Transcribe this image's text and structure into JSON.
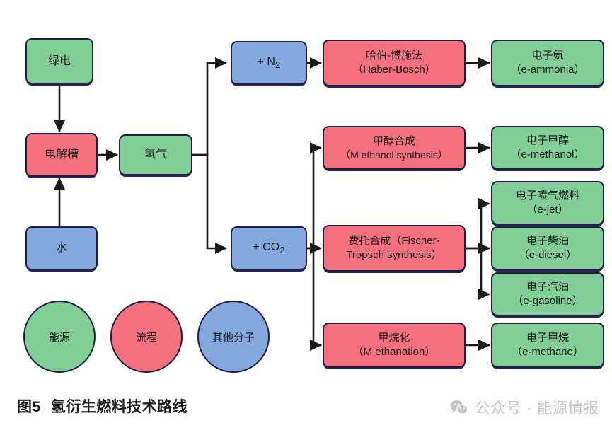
{
  "figure": {
    "caption_number": "图5",
    "caption_title": "氢衍生燃料技术路线"
  },
  "watermark": {
    "icon": "wechat-icon",
    "text": "公众号 · 能源情报"
  },
  "colors": {
    "energy": "#81cf97",
    "process": "#f4707f",
    "molecule": "#84a9de",
    "border": "#1d2045",
    "arrow": "#1a1a1a",
    "background": "#ffffff",
    "watermark_grey": "#c3c3c3"
  },
  "legend": {
    "items": [
      {
        "label": "能源",
        "category": "energy"
      },
      {
        "label": "流程",
        "category": "process"
      },
      {
        "label": "其他分子",
        "category": "molecule"
      }
    ]
  },
  "nodes": {
    "green_power": {
      "cn": "绿电",
      "en": "",
      "category": "energy"
    },
    "electrolyzer": {
      "cn": "电解槽",
      "en": "",
      "category": "process"
    },
    "water": {
      "cn": "水",
      "en": "",
      "category": "molecule"
    },
    "hydrogen": {
      "cn": "氢气",
      "en": "",
      "category": "energy"
    },
    "add_n2": {
      "cn": "+ N2",
      "en": "",
      "category": "molecule"
    },
    "add_co2": {
      "cn": "+ CO2",
      "en": "",
      "category": "molecule"
    },
    "haber_bosch": {
      "cn": "哈伯-博施法",
      "en": "（Haber-Bosch）",
      "category": "process"
    },
    "methanol_synth": {
      "cn": "甲醇合成",
      "en": "（M ethanol synthesis）",
      "category": "process"
    },
    "fischer_tropsch": {
      "cn": "费托合成（Fischer-",
      "en": "Tropsch synthesis）",
      "category": "process"
    },
    "methanation": {
      "cn": "甲烷化",
      "en": "（M ethanation）",
      "category": "process"
    },
    "e_ammonia": {
      "cn": "电子氨",
      "en": "（e-ammonia）",
      "category": "energy"
    },
    "e_methanol": {
      "cn": "电子甲醇",
      "en": "（e-methanol）",
      "category": "energy"
    },
    "e_jet": {
      "cn": "电子喷气燃料",
      "en": "（e-jet）",
      "category": "energy"
    },
    "e_diesel": {
      "cn": "电子柴油",
      "en": "（e-diesel）",
      "category": "energy"
    },
    "e_gasoline": {
      "cn": "电子汽油",
      "en": "（e-gasoline）",
      "category": "energy"
    },
    "e_methane": {
      "cn": "电子甲烷",
      "en": "（e-methane）",
      "category": "energy"
    }
  },
  "flow": {
    "edges": [
      {
        "from": "green_power",
        "to": "electrolyzer"
      },
      {
        "from": "water",
        "to": "electrolyzer"
      },
      {
        "from": "electrolyzer",
        "to": "hydrogen"
      },
      {
        "from": "hydrogen",
        "to": "add_n2"
      },
      {
        "from": "hydrogen",
        "to": "add_co2"
      },
      {
        "from": "add_n2",
        "to": "haber_bosch"
      },
      {
        "from": "haber_bosch",
        "to": "e_ammonia"
      },
      {
        "from": "add_co2",
        "to": "methanol_synth"
      },
      {
        "from": "add_co2",
        "to": "fischer_tropsch"
      },
      {
        "from": "add_co2",
        "to": "methanation"
      },
      {
        "from": "methanol_synth",
        "to": "e_methanol"
      },
      {
        "from": "fischer_tropsch",
        "to": "e_jet"
      },
      {
        "from": "fischer_tropsch",
        "to": "e_diesel"
      },
      {
        "from": "fischer_tropsch",
        "to": "e_gasoline"
      },
      {
        "from": "methanation",
        "to": "e_methane"
      }
    ]
  }
}
